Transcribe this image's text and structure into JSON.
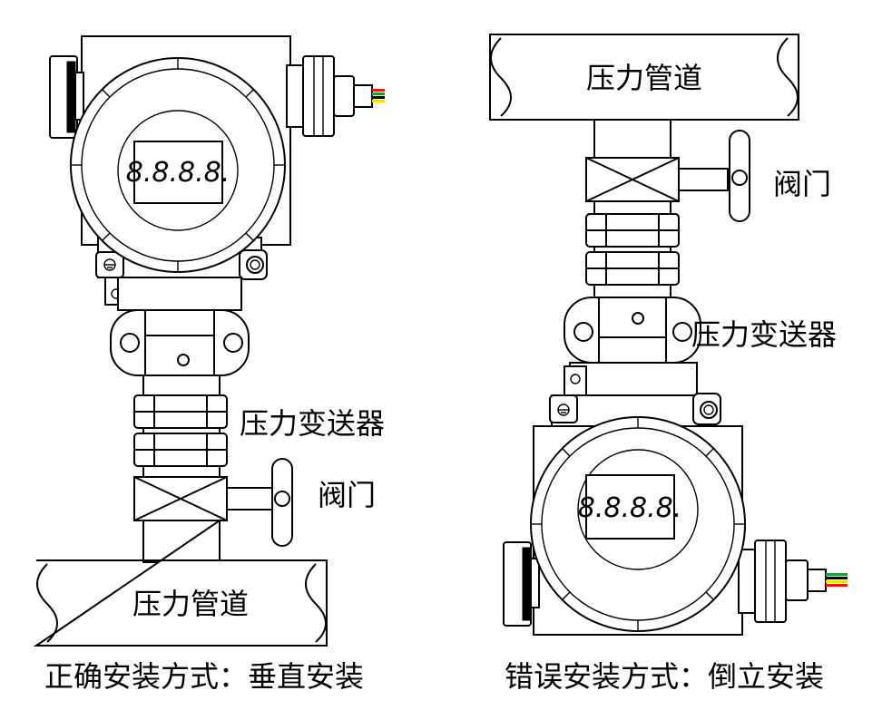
{
  "left_diagram": {
    "pipe_label": "压力管道",
    "transmitter_label": "压力变送器",
    "valve_label": "阀门",
    "display_text": "8.8.8.8.",
    "caption": "正确安装方式：垂直安装"
  },
  "right_diagram": {
    "pipe_label": "压力管道",
    "transmitter_label": "压力变送器",
    "valve_label": "阀门",
    "display_text": "8.8.8.8.",
    "caption": "错误安装方式：倒立安装"
  },
  "colors": {
    "line": "#000000",
    "background": "#ffffff",
    "wire_red": "#e8141c",
    "wire_green": "#1a9c33",
    "wire_yellow": "#f2e200"
  }
}
